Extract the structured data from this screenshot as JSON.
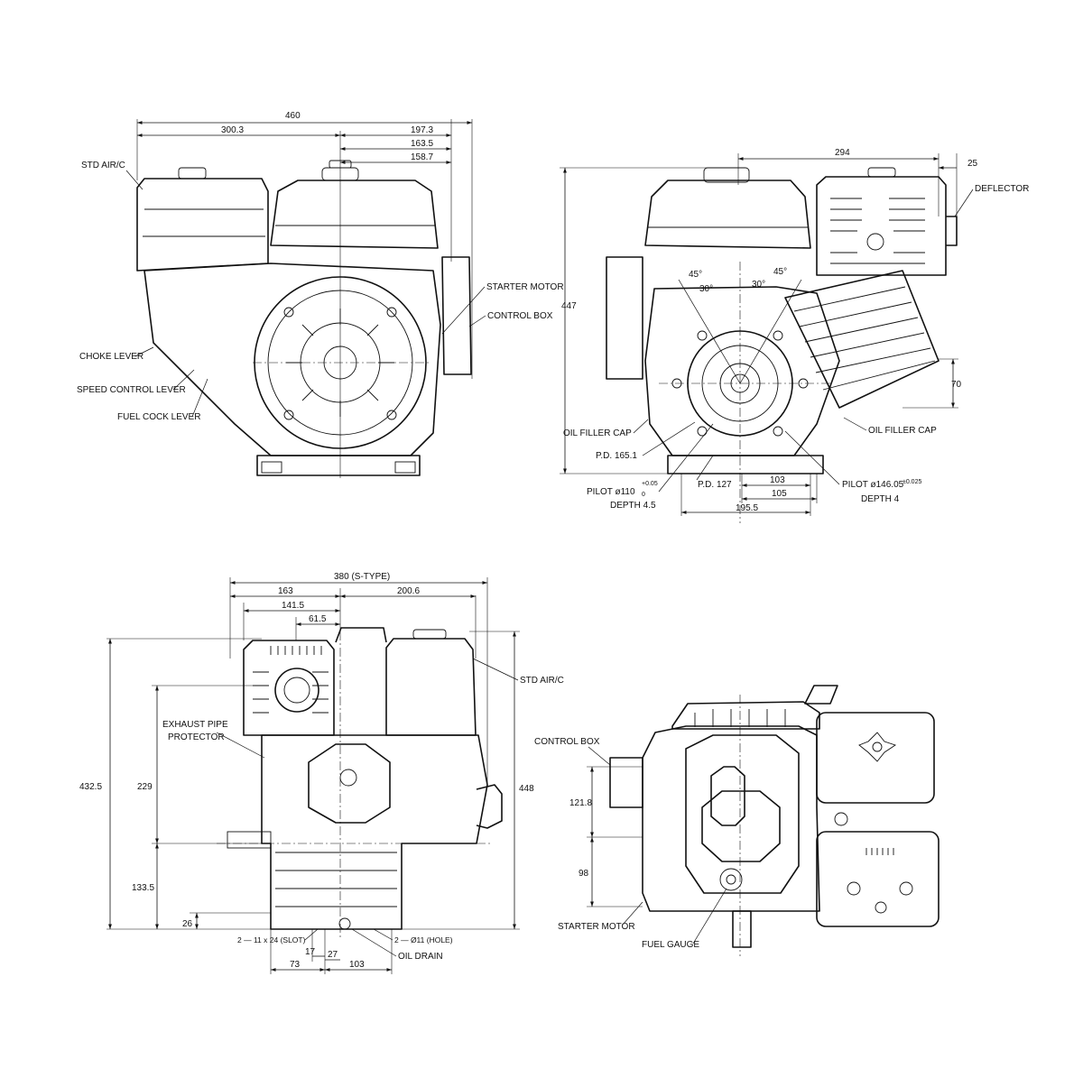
{
  "views": {
    "side_left": {
      "dims": {
        "overall_width": "460",
        "left_width": "300.3",
        "right_a": "197.3",
        "right_b": "163.5",
        "right_c": "158.7"
      },
      "labels": {
        "std_air_c": "STD AIR/C",
        "starter_motor": "STARTER MOTOR",
        "control_box": "CONTROL BOX",
        "choke_lever": "CHOKE LEVER",
        "speed_control_lever": "SPEED CONTROL LEVER",
        "fuel_cock_lever": "FUEL COCK LEVER"
      }
    },
    "front_right": {
      "dims": {
        "width_294": "294",
        "width_25": "25",
        "height_447": "447",
        "height_70": "70",
        "angle_45_l": "45°",
        "angle_45_r": "45°",
        "angle_30_l": "30°",
        "angle_30_r": "30°",
        "pd_165": "P.D. 165.1",
        "pd_127": "P.D. 127",
        "w_103": "103",
        "w_105": "105",
        "w_195": "195.5"
      },
      "labels": {
        "deflector": "DEFLECTOR",
        "oil_filler_cap_l": "OIL FILLER CAP",
        "oil_filler_cap_r": "OIL FILLER CAP",
        "pilot_110": "PILOT  ø110",
        "pilot_110_tol_up": "+0.05",
        "pilot_110_tol_dn": "0",
        "depth_45": "DEPTH  4.5",
        "pilot_146": "PILOT  ø146.05",
        "pilot_146_tol": "±0.025",
        "depth_4": "DEPTH  4"
      }
    },
    "side_bottom": {
      "dims": {
        "overall": "380 (S-TYPE)",
        "w_163": "163",
        "w_200": "200.6",
        "w_141": "141.5",
        "w_61": "61.5",
        "h_432": "432.5",
        "h_229": "229",
        "h_133": "133.5",
        "h_26": "26",
        "h_448": "448",
        "w_17": "17",
        "w_27": "27",
        "w_73": "73",
        "w_103": "103"
      },
      "labels": {
        "exhaust_1": "EXHAUST PIPE",
        "exhaust_2": "PROTECTOR",
        "std_air_c": "STD AIR/C",
        "slot": "2 — 11 x 24 (SLOT)",
        "hole": "2 — Ø11 (HOLE)",
        "oil_drain": "OIL DRAIN"
      }
    },
    "rear_bottom": {
      "dims": {
        "h_121": "121.8",
        "h_98": "98"
      },
      "labels": {
        "control_box": "CONTROL BOX",
        "starter_motor": "STARTER MOTOR",
        "fuel_gauge": "FUEL GAUGE"
      }
    }
  }
}
